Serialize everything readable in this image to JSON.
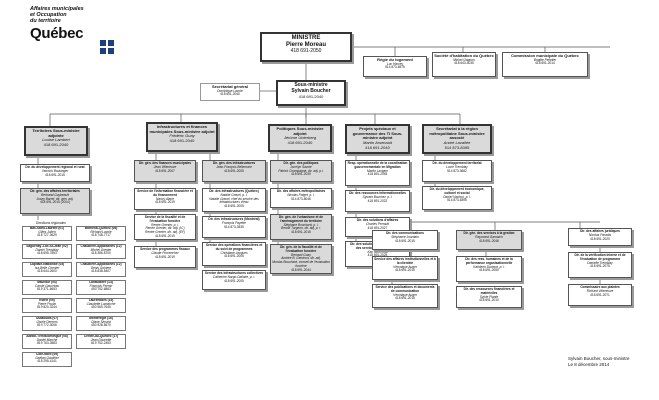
{
  "logo": {
    "line1": "Affaires municipales",
    "line2": "et Occupation",
    "line3": "du territoire",
    "name": "Québec"
  },
  "minister": {
    "title": "MINISTRE",
    "name": "Pierre Moreau",
    "phone": "418 691-2050"
  },
  "attached": [
    {
      "title": "Régie du logement",
      "name": "Luc Harvey",
      "phone": "514 873-6575"
    },
    {
      "title": "Société d'habitation du Québec",
      "name": "Michel Gagnon",
      "phone": "418 643-4035"
    },
    {
      "title": "Commission municipale du Québec",
      "name": "Brigitte Pelletier",
      "phone": "418 691-2014"
    }
  ],
  "secretary": {
    "title": "Secrétariat général",
    "name": "Dominique Lavoie",
    "phone": "418 691-2040"
  },
  "deputy": {
    "title": "Sous-ministre",
    "name": "Sylvain Boucher",
    "phone": "418 691-2040"
  },
  "branches": [
    {
      "title": "Territoires Sous-ministre adjointe",
      "name": "Louise Lambert",
      "phone": "418 691-2040"
    },
    {
      "title": "Infrastructures et finances municipales Sous-ministre adjoint",
      "name": "Frédéric Guay",
      "phone": "418 691-2040"
    },
    {
      "title": "Politiques Sous-ministre adjoint",
      "name": "Jérôme Unterberg",
      "phone": "418 691-2040"
    },
    {
      "title": "Projets spéciaux et gouvernance des TI Sous-ministre adjoint",
      "name": "Martin Arsenault",
      "phone": "418 691-2040"
    },
    {
      "title": "Secrétariat à la région métropolitaine Sous-ministre associé",
      "name": "André Lavallée",
      "phone": "514 873-8395"
    }
  ],
  "col1_dirs": [
    {
      "title": "Dir. du développement régional et rural",
      "name": "Yannick Boulanger",
      "phone": "418 691-2015"
    },
    {
      "title": "Dir. gén. des affaires territoriales",
      "name": "Bertrand Guybeault",
      "name2": "Josey Barrel, dir. gén. adj.",
      "phone": "418 691-2015 (2004)"
    }
  ],
  "regions_header": "Directions régionales",
  "regions": [
    {
      "title": "Bas-Saint-Laurent (01)",
      "name": "Gilles Julien",
      "phone": "418 727-3629"
    },
    {
      "title": "Montréal-Québec (06)",
      "name": "Richard Lavoie",
      "phone": "418 748-7717"
    },
    {
      "title": "Saguenay–Lac-St-Jean (02)",
      "name": "Daniel Tremblay",
      "phone": "418 695-7853"
    },
    {
      "title": "Chaudière-Appalaches (12)",
      "name": "Michel Grenier",
      "phone": "418 386-8700"
    },
    {
      "title": "Capitale-Nationale (03)",
      "name": "Isa-Belle Chenier",
      "phone": "418 644-2600"
    },
    {
      "title": "Chaudière-Appalaches (12)",
      "name": "Denis Gohiere",
      "phone": "418 838-5407"
    },
    {
      "title": "Mauricie (04)",
      "name": "Carole Gauvreau",
      "phone": "819 371-6653"
    },
    {
      "title": "Lanaudière (14)",
      "name": "François Perron",
      "phone": "450 752-6863"
    },
    {
      "title": "Estrie (05)",
      "name": "Pierre Poulin",
      "phone": "819 820-3244"
    },
    {
      "title": "Laurentides (15)",
      "name": "Claudette Lamarche",
      "phone": "450 569-7645"
    },
    {
      "title": "Outaouais (07)",
      "name": "Gisèle Demers",
      "phone": "819 772-3006"
    },
    {
      "title": "Montérégie (16)",
      "name": "Diane Simard",
      "phone": "450 928-5670"
    },
    {
      "title": "Abitibi-Témiscamingue (08)",
      "name": "Daniel Marché",
      "phone": "819 763-3583"
    },
    {
      "title": "Centre-du-Québec (17)",
      "name": "Jean Doucette",
      "phone": "819 752-2453"
    },
    {
      "title": "Côte-Nord (09)",
      "name": "Gaétan Gauthier",
      "phone": "418 295-4141"
    }
  ],
  "col2_dirs": [
    {
      "title": "Dir. gén. des finances municipales",
      "name": "Jean Villeneuve",
      "phone": "418 691-2007"
    },
    {
      "title": "Service de l'information financière et du financement",
      "name": "Nancy Alarie",
      "phone": "418 691-2019"
    },
    {
      "title": "Service de la fiscalité et de l'évaluation foncière",
      "name": "Renée Grenier, p. i.",
      "name2": "Renée Grenier, dir. adj. (IC)",
      "name3": "Renée Grenier, dir. adj. (EF)",
      "phone": "418 691-2019"
    },
    {
      "title": "Service des programmes fiscaux",
      "name": "Claude Provencher",
      "phone": "418 691-2019"
    }
  ],
  "col3_dirs": [
    {
      "title": "Dir. gén. des infrastructures",
      "name": "Jean-François Bellemare",
      "phone": "418 691-2005"
    },
    {
      "title": "Dir. des infrastructures (Québec)",
      "name": "Natalie Gravel, p. i.",
      "name2": "Natalie Gravel, chef du service des infrastructures d'eau",
      "phone": "418 691-2005"
    },
    {
      "title": "Dir. des infrastructures (Montréal)",
      "name": "François Payette",
      "phone": "514 873-3535"
    },
    {
      "title": "Service des opérations financières et du suivi de programmes",
      "name": "Christiane Jacques",
      "phone": "418 691-2005"
    },
    {
      "title": "Service des infrastructures collectives",
      "name": "Catherine Nargo-Dallaire, p. i.",
      "phone": "418 691-2005"
    }
  ],
  "col4_dirs": [
    {
      "title": "Dir. gén. des politiques",
      "name": "Jocelyn Savoie",
      "name2": "Patrick Champagne, dir. adj. p.i.",
      "phone": "418 691-2030"
    },
    {
      "title": "Dir. des affaires métropolitaines",
      "name": "Nicolas Paiget, p. i.",
      "phone": "514 873-8046"
    },
    {
      "title": "Dir. gén. de l'urbanisme et de l'aménagement du territoire",
      "name": "Stéphane Bouchard, p. i.",
      "name2": "Benoît Turgeon, dir. adj. p. i.",
      "phone": "418 691-2015"
    },
    {
      "title": "Dir. gén. de la fiscalité et de l'évaluation foncière",
      "name": "Bernard Guay",
      "name2": "Andrée B. Gendron, dir. adj.",
      "name3": "Nicolas Bouchard, conseil de l'évaluation foncière",
      "phone": "418 691-2044"
    }
  ],
  "col5_dirs": [
    {
      "title": "Resp. opérationnelle de la coordination gouvernementale en Migration",
      "name": "Martin Lavigne",
      "phone": "418 691-2045"
    },
    {
      "title": "Dir. des ressources informationnelles",
      "name": "Sylvain Boucher, p. i.",
      "phone": "418 691-2022"
    },
    {
      "title": "Dir. des solutions d'affaires",
      "name": "Charles Perrault",
      "phone": "418 691-2027"
    },
    {
      "title": "Dir. des solutions technologiques et des services aux utilisateurs",
      "name": "Karl McKenna",
      "phone": "418 691-2025"
    }
  ],
  "col6_dirs": [
    {
      "title": "Dir. du développement territorial",
      "name": "Lucie Tremblay",
      "phone": "514 873-3682"
    },
    {
      "title": "Dir. du développement économique, culturel et social",
      "name": "Daniel Vachon, p. i.",
      "phone": "514 873-8395"
    }
  ],
  "staff": [
    {
      "title": "Dir. des communications",
      "name": "Stéphanie Jourdain",
      "phone": "418 691-2015"
    },
    {
      "title": "Service des affaires institutionnelles et à la clientèle",
      "name": "Véronique Auger",
      "phone": "418 691-2015"
    },
    {
      "title": "Service des publications et documents de communication",
      "name": "Véronique Auger",
      "phone": "418 691-2015"
    }
  ],
  "services": {
    "title": "Dir. gén. des services à la gestion",
    "name": "Raymond Garnaich",
    "phone": "418 691-2046"
  },
  "services_sub": [
    {
      "title": "Dir. des ress. humaines et de la performance organisationnelle",
      "name": "Kathleen Dumont, p. i.",
      "phone": "418 691-2050"
    },
    {
      "title": "Dir. des ressources financières et matérielles",
      "name": "Sylvie Plante",
      "phone": "418 691-2010"
    }
  ],
  "legal": {
    "title": "Dir. des affaires juridiques",
    "name": "Nicolas Paradis",
    "phone": "418 691-2020"
  },
  "audit": {
    "title": "Dir. de la vérification interne et de l'évaluation de programme",
    "name": "Danielle Tremblay",
    "phone": "418 691-2075"
  },
  "commissioner": {
    "title": "Commissaire aux plaintes",
    "name": "Richard Villeneuve",
    "phone": "418 691-2071"
  },
  "footer": {
    "line1": "Sylvain Boucher, sous-ministre",
    "line2": "Le 8 décembre 2014"
  }
}
